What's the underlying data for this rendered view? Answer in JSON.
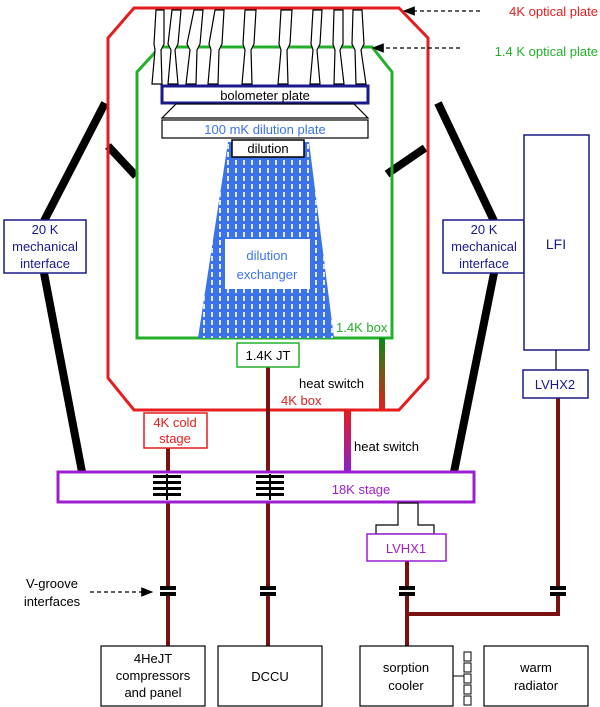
{
  "colors": {
    "red": "#e41e1e",
    "green": "#22b02a",
    "navy": "#1a1a8c",
    "purple": "#9b1fd0",
    "blue": "#3d73e8",
    "rod": "#7a1212",
    "black": "#000000"
  },
  "labels": {
    "optical_4k": "4K optical plate",
    "optical_14k": "1.4 K  optical plate",
    "bolometer_plate": "bolometer plate",
    "dilution_plate": "100 mK dilution plate",
    "dilution": "dilution",
    "dilution_exchanger_1": "dilution",
    "dilution_exchanger_2": "exchanger",
    "mech_left": [
      "20 K",
      "mechanical",
      "interface"
    ],
    "mech_right": [
      "20 K",
      "mechanical",
      "interface"
    ],
    "lfi": "LFI",
    "box_14k": "1.4K box",
    "jt_14k": "1.4K JT",
    "heat_switch_upper": "heat switch",
    "box_4k": "4K box",
    "cold_stage_4k": [
      "4K cold",
      "stage"
    ],
    "heat_switch_lower": "heat switch",
    "lvhx2": "LVHX2",
    "stage_18k": "18K stage",
    "lvhx1": "LVHX1",
    "vgroove": [
      "V-groove",
      "interfaces"
    ],
    "compressors": [
      "4HeJT",
      "compressors",
      "and panel"
    ],
    "dccu": "DCCU",
    "sorption": [
      "sorption",
      "cooler"
    ],
    "radiator": [
      "warm",
      "radiator"
    ]
  }
}
